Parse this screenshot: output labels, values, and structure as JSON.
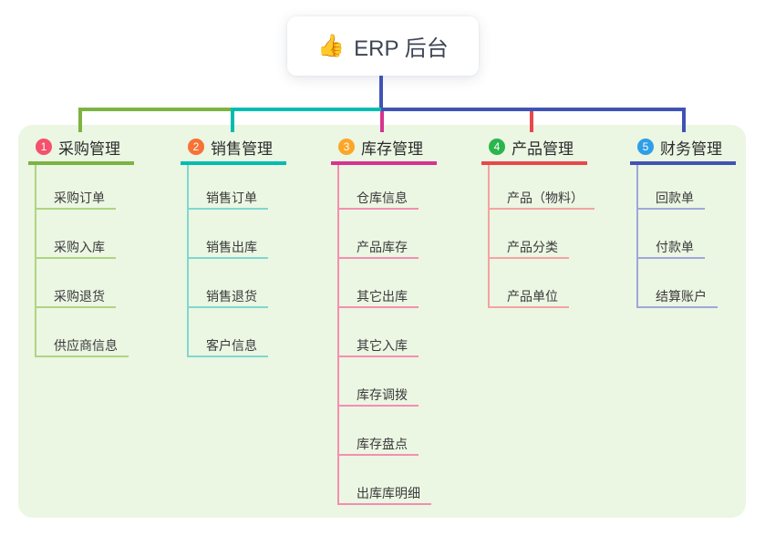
{
  "root": {
    "icon": "👍",
    "label": "ERP 后台"
  },
  "colors": {
    "root_line": "#4053b5",
    "panel_bg": "#ebf6e3"
  },
  "branches": [
    {
      "num": "1",
      "title": "采购管理",
      "color": "#7cb342",
      "light": "#aed581",
      "badge": "#f4516c",
      "items": [
        "采购订单",
        "采购入库",
        "采购退货",
        "供应商信息"
      ]
    },
    {
      "num": "2",
      "title": "销售管理",
      "color": "#00bdb0",
      "light": "#7fd8ce",
      "badge": "#f77234",
      "items": [
        "销售订单",
        "销售出库",
        "销售退货",
        "客户信息"
      ]
    },
    {
      "num": "3",
      "title": "库存管理",
      "color": "#d6348f",
      "light": "#f48fb1",
      "badge": "#fba629",
      "items": [
        "仓库信息",
        "产品库存",
        "其它出库",
        "其它入库",
        "库存调拨",
        "库存盘点",
        "出库库明细"
      ]
    },
    {
      "num": "4",
      "title": "产品管理",
      "color": "#e8474b",
      "light": "#f5a3a0",
      "badge": "#2bb54c",
      "items": [
        "产品（物料）",
        "产品分类",
        "产品单位"
      ]
    },
    {
      "num": "5",
      "title": "财务管理",
      "color": "#4053b5",
      "light": "#9fa8da",
      "badge": "#2e9fe6",
      "items": [
        "回款单",
        "付款单",
        "结算账户"
      ]
    }
  ]
}
